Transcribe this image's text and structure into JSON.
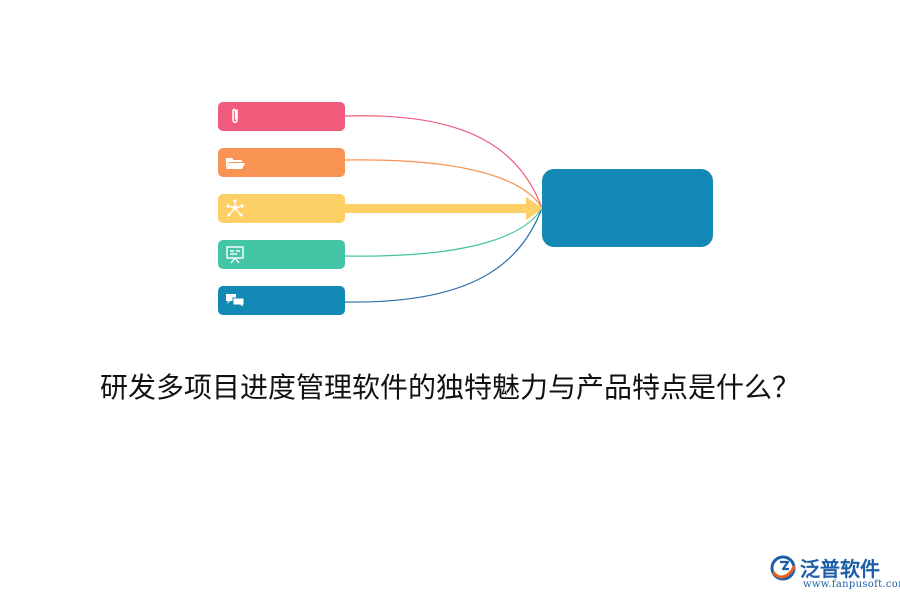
{
  "title": "研发多项目进度管理软件的独特魅力与产品特点是什么？",
  "diagram": {
    "nodes": [
      {
        "icon": "paperclip-icon",
        "color": "#f05a7b"
      },
      {
        "icon": "folder-open-icon",
        "color": "#f99455"
      },
      {
        "icon": "network-icon",
        "color": "#fdcf67"
      },
      {
        "icon": "presentation-icon",
        "color": "#44c5a6"
      },
      {
        "icon": "chat-bubbles-icon",
        "color": "#1189b4"
      }
    ],
    "target": {
      "color": "#1189b4"
    }
  },
  "watermark": {
    "name": "泛普软件",
    "url": "www.fanpusoft.com",
    "brand_color": "#1c5fa8",
    "accent_color": "#e8621f"
  }
}
